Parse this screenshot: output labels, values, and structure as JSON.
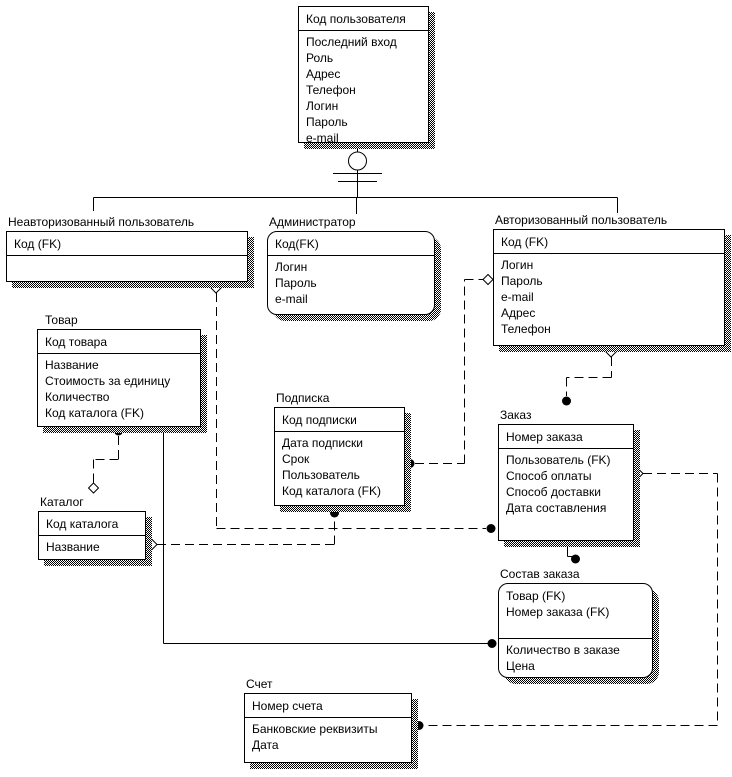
{
  "page": {
    "background_color": "#ffffff",
    "line_color": "#000000",
    "notation_symbols": [
      "category-circle",
      "optional-parent-diamond",
      "child-dot"
    ]
  },
  "entities": {
    "user": {
      "header": [
        "Код пользователя"
      ],
      "body": [
        "Последний вход",
        "Роль",
        "Адрес",
        "Телефон",
        "Логин",
        "Пароль",
        "e-mail"
      ]
    },
    "unauthorized": {
      "name": "Неавторизованный пользователь",
      "header": [
        "Код (FK)"
      ],
      "body": []
    },
    "admin": {
      "name": "Администратор",
      "header": [
        "Код(FK)"
      ],
      "body": [
        "Логин",
        "Пароль",
        "e-mail"
      ]
    },
    "authorized": {
      "name": "Авторизованный пользователь",
      "header": [
        "Код (FK)"
      ],
      "body": [
        "Логин",
        "Пароль",
        "e-mail",
        "Адрес",
        "Телефон"
      ]
    },
    "product": {
      "name": "Товар",
      "header": [
        "Код товара"
      ],
      "body": [
        "Название",
        "Стоимость за единицу",
        "Количество",
        "Код каталога (FK)"
      ]
    },
    "subscription": {
      "name": "Подписка",
      "header": [
        "Код подписки"
      ],
      "body": [
        "Дата подписки",
        "Срок",
        "Пользователь",
        "Код каталога (FK)"
      ]
    },
    "catalog": {
      "name": "Каталог",
      "header": [
        "Код каталога"
      ],
      "body": [
        "Название"
      ]
    },
    "order": {
      "name": "Заказ",
      "header": [
        "Номер заказа"
      ],
      "body": [
        "Пользователь (FK)",
        "Способ оплаты",
        "Способ доставки",
        "Дата составления"
      ]
    },
    "order_item": {
      "name": "Состав заказа",
      "header": [
        "Товар (FK)",
        "Номер заказа (FK)"
      ],
      "body": [
        "Количество в заказе",
        "Цена"
      ]
    },
    "invoice": {
      "name": "Счет",
      "header": [
        "Номер счета"
      ],
      "body": [
        "Банковские реквизиты",
        "Дата"
      ]
    }
  },
  "relationships": [
    {
      "type": "category",
      "parent": "Код пользователя",
      "children": [
        "Неавторизованный пользователь",
        "Администратор",
        "Авторизованный пользователь"
      ]
    },
    {
      "type": "non-identifying",
      "parent": "Неавторизованный пользователь",
      "child": "Заказ"
    },
    {
      "type": "non-identifying",
      "parent": "Авторизованный пользователь",
      "child": "Подписка"
    },
    {
      "type": "non-identifying",
      "parent": "Авторизованный пользователь",
      "child": "Заказ"
    },
    {
      "type": "non-identifying",
      "parent": "Каталог",
      "child": "Товар"
    },
    {
      "type": "non-identifying",
      "parent": "Каталог",
      "child": "Подписка"
    },
    {
      "type": "non-identifying",
      "parent": "Заказ",
      "child": "Счет"
    },
    {
      "type": "identifying",
      "parent": "Товар",
      "child": "Состав заказа"
    },
    {
      "type": "identifying",
      "parent": "Заказ",
      "child": "Состав заказа"
    }
  ]
}
